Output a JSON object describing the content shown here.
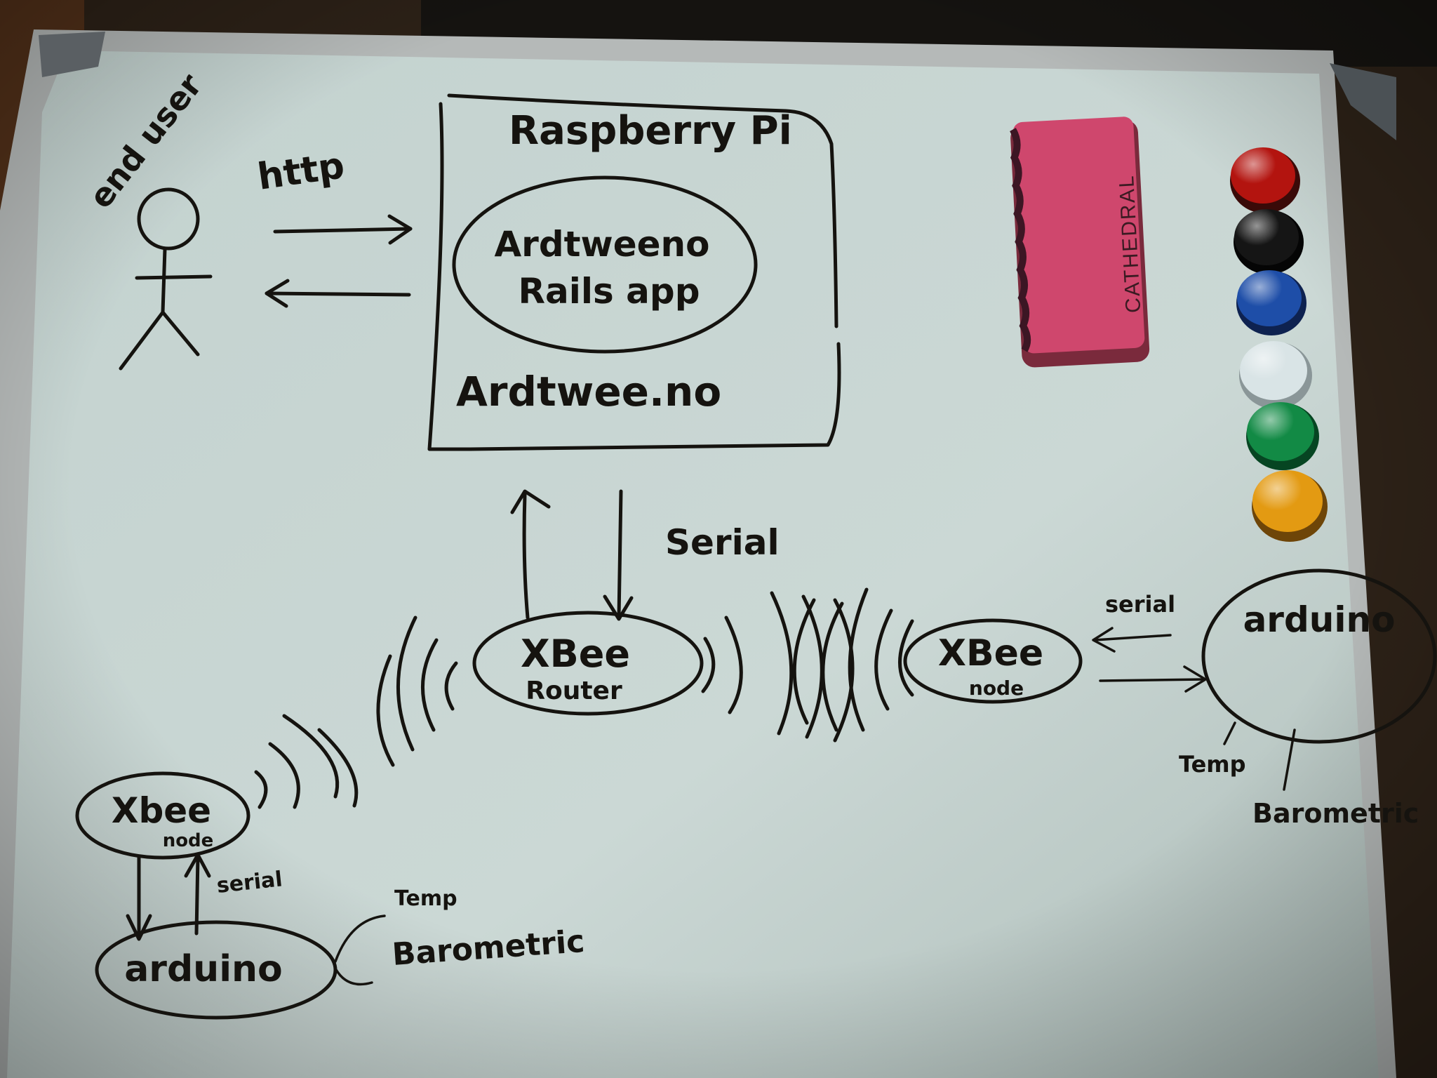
{
  "labels": {
    "end_user": "end user",
    "http": "http",
    "raspberry_pi": "Raspberry Pi",
    "app_line1": "Ardtweeno",
    "app_line2": "Rails app",
    "ardtweeno": "Ardtwee.no",
    "serial_main": "Serial",
    "xbee_router_line1": "XBee",
    "xbee_router_line2": "Router",
    "xbee_node_right_line1": "XBee",
    "xbee_node_right_line2": "node",
    "serial_right": "serial",
    "arduino_right": "arduino",
    "temp_right": "Temp",
    "barometric_right": "Barometric",
    "xbee_node_left_line1": "Xbee",
    "xbee_node_left_line2": "node",
    "serial_left": "serial",
    "arduino_left": "arduino",
    "temp_left": "Temp",
    "barometric_left": "Barometric",
    "eraser_brand": "CATHEDRAL"
  },
  "colors": {
    "board": "#c9d6d3",
    "frame": "#b8bcbc",
    "ink": "#15130f",
    "eraser": "#d0446c",
    "magnets": [
      "#b3140f",
      "#151515",
      "#1e4ea8",
      "#d9e4e6",
      "#128a45",
      "#e39a12"
    ]
  }
}
